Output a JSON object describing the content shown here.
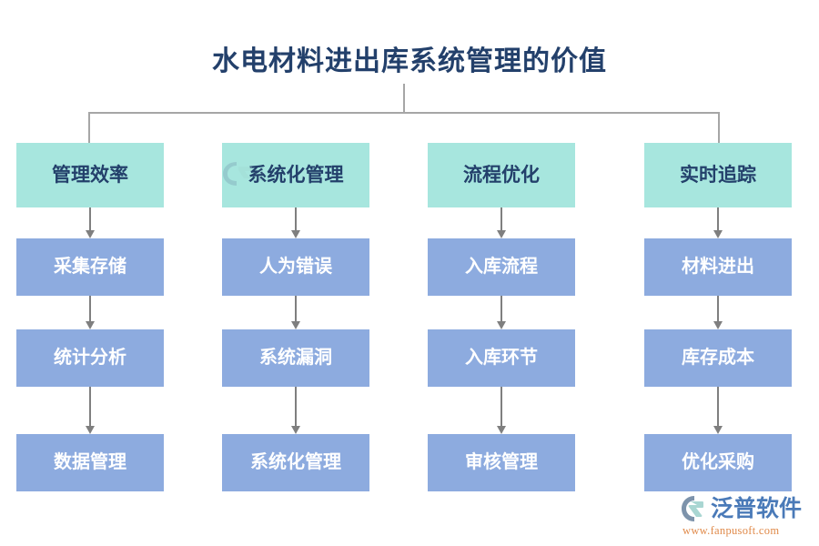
{
  "page": {
    "title": "水电材料进出库系统管理的价值",
    "background_color": "#ffffff"
  },
  "theme": {
    "title_color": "#23406b",
    "head_box_fill": "#a7e6de",
    "head_box_text": "#23406b",
    "node_box_fill": "#8dabdf",
    "node_box_text": "#ffffff",
    "connector_color": "#a6a6a6",
    "arrow_color": "#7f7f7f",
    "logo_name_color": "#4a7ab8",
    "logo_url_color": "#e08a4a"
  },
  "diagram": {
    "type": "tree-flowchart",
    "columns": [
      {
        "head": "管理效率",
        "nodes": [
          "采集存储",
          "统计分析",
          "数据管理"
        ]
      },
      {
        "head": "系统化管理",
        "nodes": [
          "人为错误",
          "系统漏洞",
          "系统化管理"
        ]
      },
      {
        "head": "流程优化",
        "nodes": [
          "入库流程",
          "入库环节",
          "审核管理"
        ]
      },
      {
        "head": "实时追踪",
        "nodes": [
          "材料进出",
          "库存成本",
          "优化采购"
        ]
      }
    ]
  },
  "logo": {
    "name": "泛普软件",
    "url": "www.fanpusoft.com",
    "mark": "swoosh-arrow-icon"
  }
}
